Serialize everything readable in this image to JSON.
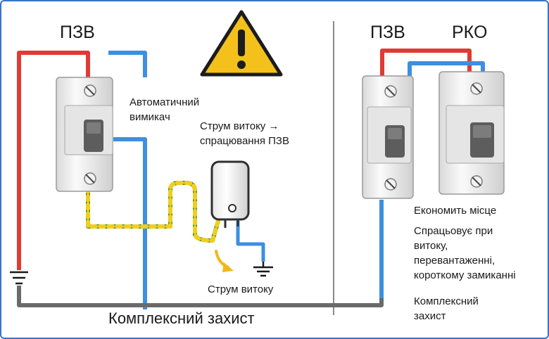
{
  "left": {
    "title": "ПЗВ",
    "breaker_label": "Автоматичний вимикач",
    "breaker_label_lines": [
      "Автоматичний",
      "вимикач"
    ],
    "leak_arrow_label": "Струм витоку → спрацювання ПЗВ",
    "leak_arrow_lines": [
      "Струм витоку →",
      "спрацювання ПЗВ"
    ],
    "leak_label": "Струм витоку"
  },
  "right": {
    "title_rcd": "ПЗВ",
    "title_rcbo": "РКО",
    "benefit_space": "Економить місце",
    "benefit_trip_lines": [
      "Спрацьовує при",
      "витоку,",
      "перевантаженні,",
      "короткому замиканні"
    ],
    "benefit_protect_lines": [
      "Комплексний",
      "захист"
    ]
  },
  "footer": {
    "caption": "Комплексний захист"
  },
  "icons": {
    "warning": "warning-icon",
    "ground": "ground-icon",
    "appliance": "water-heater-icon"
  },
  "colors": {
    "phase": "#e03a34",
    "neutral": "#3d8fe0",
    "earth_green": "#3f8a3c",
    "earth_yellow": "#f0cf1c",
    "ground_bus": "#6a6a6a",
    "warning": "#f4c11c",
    "leak_arrow": "#f2b81a",
    "frame": "#3a72c9"
  }
}
